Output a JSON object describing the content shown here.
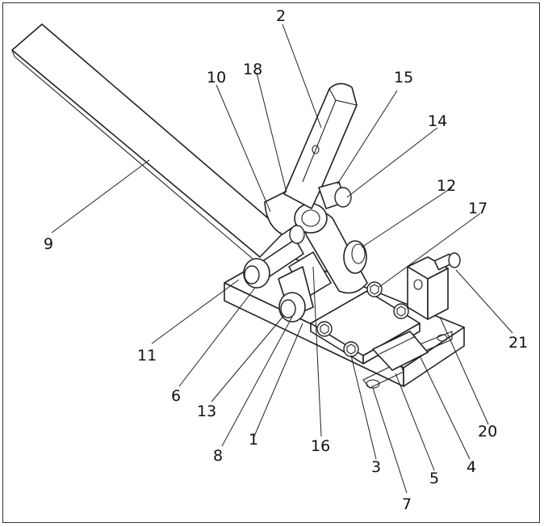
{
  "labels": [
    "1",
    "2",
    "3",
    "4",
    "5",
    "6",
    "7",
    "8",
    "9",
    "10",
    "11",
    "12",
    "13",
    "14",
    "15",
    "16",
    "17",
    "18",
    "20",
    "21"
  ]
}
